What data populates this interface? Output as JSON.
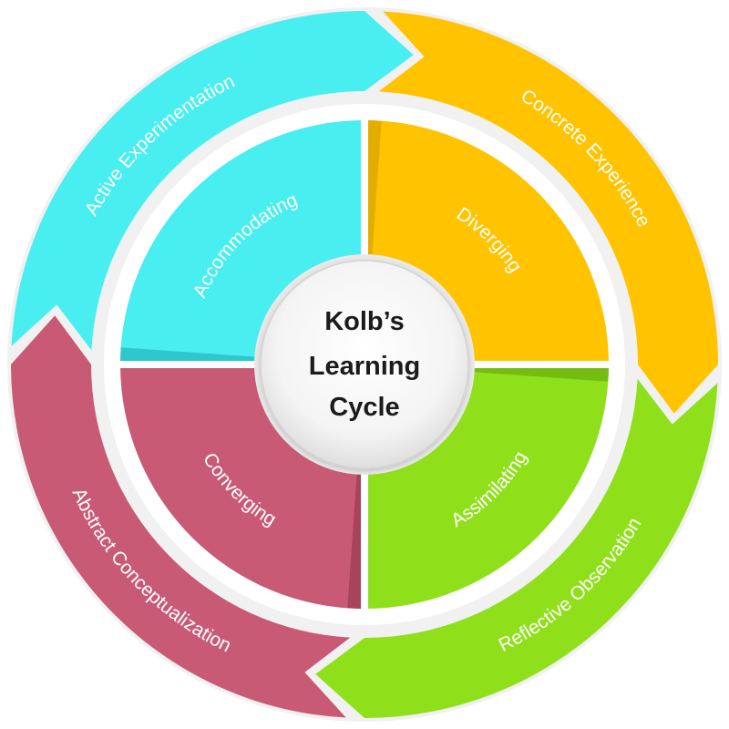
{
  "title": {
    "line1": "Kolb’s",
    "line2": "Learning",
    "line3": "Cycle"
  },
  "stages": [
    {
      "id": "concrete-experience",
      "label": "Concrete Experience",
      "color": "#ffc300",
      "shade": "#e3ad00"
    },
    {
      "id": "reflective-observation",
      "label": "Reflective Observation",
      "color": "#8fe01b",
      "shade": "#74bd10"
    },
    {
      "id": "abstract-conceptualization",
      "label": "Abstract Conceptualization",
      "color": "#c85a76",
      "shade": "#a8435e"
    },
    {
      "id": "active-experimentation",
      "label": "Active Experimentation",
      "color": "#48eef0",
      "shade": "#2ec8cc"
    }
  ],
  "styles": [
    {
      "id": "diverging",
      "label": "Diverging",
      "color": "#ffc300",
      "shade": "#e3ad00"
    },
    {
      "id": "assimilating",
      "label": "Assimilating",
      "color": "#8fe01b",
      "shade": "#74bd10"
    },
    {
      "id": "converging",
      "label": "Converging",
      "color": "#c85a76",
      "shade": "#a8435e"
    },
    {
      "id": "accommodating",
      "label": "Accommodating",
      "color": "#48eef0",
      "shade": "#2ec8cc"
    }
  ]
}
